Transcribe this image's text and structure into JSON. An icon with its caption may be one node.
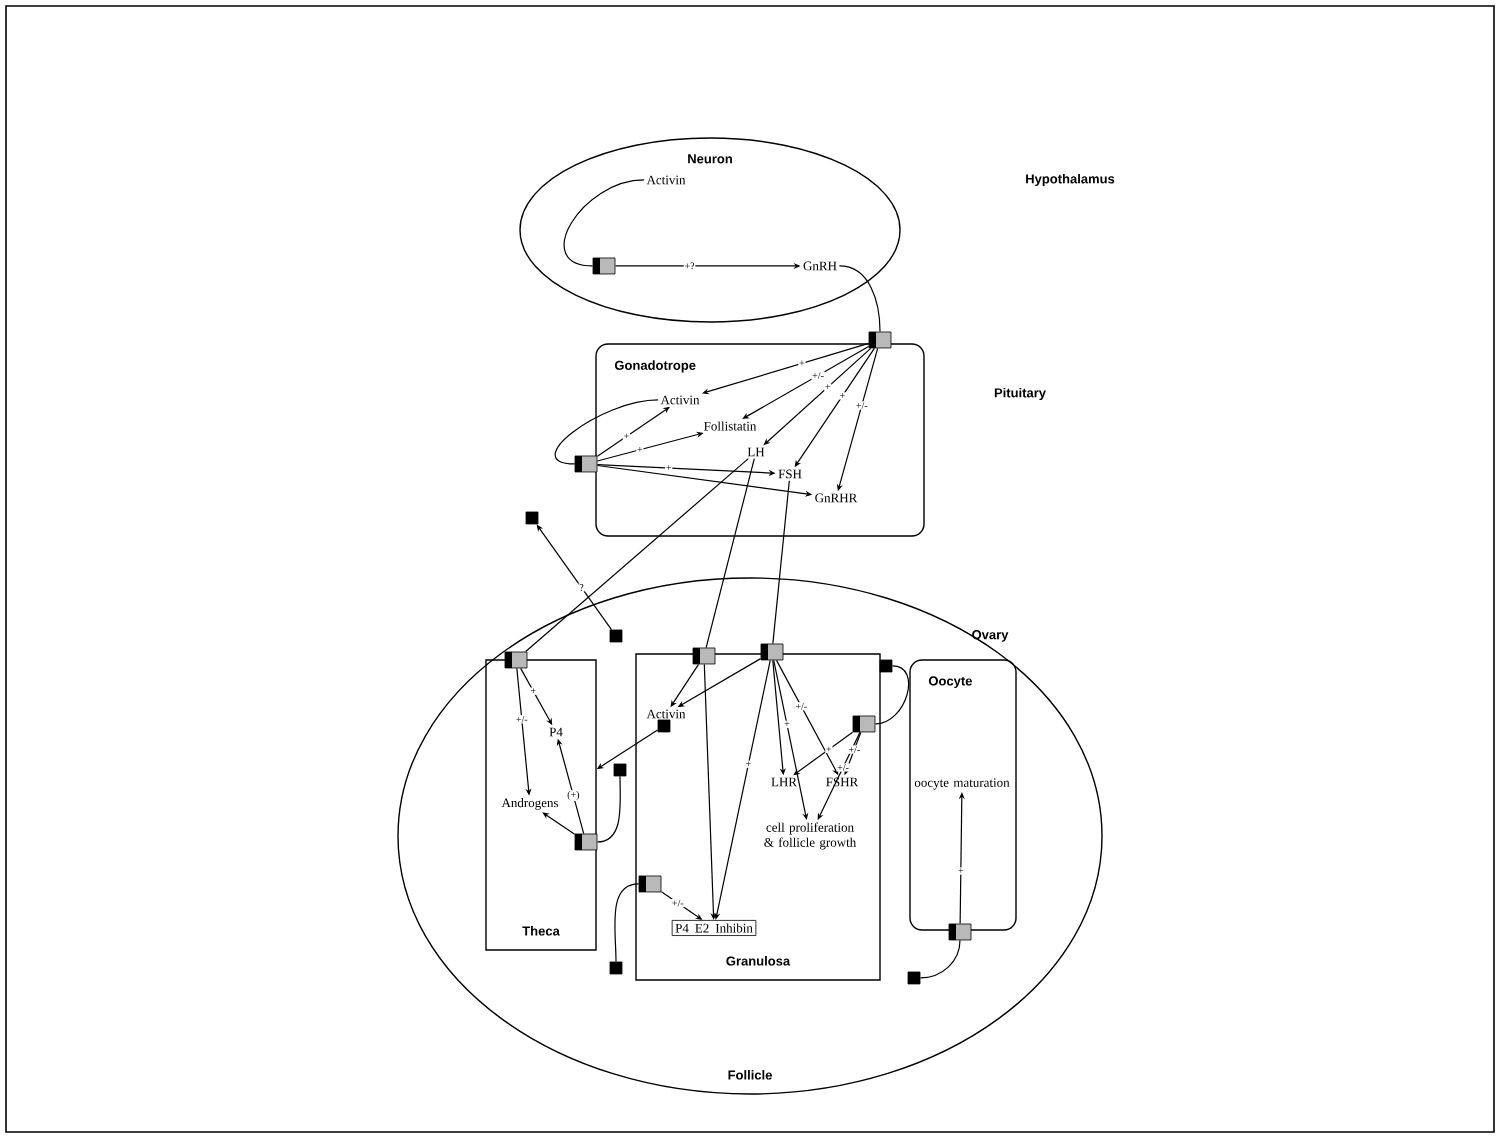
{
  "diagram": {
    "nodes": [
      {
        "text": [
          "Neuron"
        ]
      },
      {
        "text": [
          "Gonadotrope"
        ]
      },
      {
        "text": [
          "Follicle"
        ]
      },
      {
        "text": [
          "Theca"
        ],
        "in": 2
      },
      {
        "text": [
          "Granulosa"
        ],
        "in": 2
      },
      {
        "text": [
          "Oocyte"
        ],
        "in": 2
      },
      {
        "text": [
          "Activin"
        ],
        "in": 0
      },
      {
        "text": [
          "GnRH"
        ],
        "in": 0
      },
      {
        "text": [
          "Activin"
        ],
        "in": 1
      },
      {
        "text": [
          "Follistatin"
        ],
        "in": 1
      },
      {
        "text": [
          "LH"
        ],
        "in": 1
      },
      {
        "text": [
          "FSH"
        ],
        "in": 1
      },
      {
        "text": [
          "GnRHR"
        ],
        "in": 1
      },
      {
        "text": [
          "P4"
        ],
        "in": 3
      },
      {
        "text": [
          "Androgens"
        ],
        "in": 3
      },
      {
        "text": [
          "Activin"
        ],
        "in": 4
      },
      {
        "text": [
          "LHR"
        ],
        "in": 4
      },
      {
        "text": [
          "FSHR"
        ],
        "in": 4
      },
      {
        "text": [
          "cell proliferation & follicle growth"
        ],
        "in": 4
      },
      {
        "text": [
          "P4",
          "E2",
          "Inhibin"
        ],
        "in": 4
      },
      {
        "text": [
          "oocyte maturation"
        ],
        "in": 5
      },
      {
        "text": [],
        "shape": "receptor",
        "in": 0
      },
      {
        "text": [],
        "shape": "receptor"
      },
      {
        "text": [],
        "shape": "receptor"
      },
      {
        "text": [],
        "shape": "box"
      },
      {
        "text": [],
        "shape": "receptor",
        "in": 2
      },
      {
        "text": [],
        "shape": "receptor",
        "in": 2
      },
      {
        "text": [],
        "shape": "receptor",
        "in": 2
      },
      {
        "text": [],
        "shape": "box",
        "in": 2
      },
      {
        "text": [],
        "shape": "box",
        "in": 4
      },
      {
        "text": [],
        "shape": "box",
        "in": 2
      },
      {
        "text": [],
        "shape": "receptor",
        "in": 3
      },
      {
        "text": [],
        "shape": "receptor",
        "in": 4
      },
      {
        "text": [],
        "shape": "box",
        "in": 2
      },
      {
        "text": [],
        "shape": "receptor",
        "in": 4
      },
      {
        "text": [],
        "shape": "box",
        "in": 2
      },
      {
        "text": [],
        "shape": "receptor",
        "in": 5
      },
      {
        "text": [],
        "shape": "box",
        "in": 2
      }
    ],
    "edges": [
      {
        "from": 6,
        "to": 21,
        "arrow": "none"
      },
      {
        "from": 21,
        "to": 7,
        "arrow": "to",
        "label": "+?"
      },
      {
        "from": 7,
        "to": 22,
        "arrow": "none"
      },
      {
        "from": 22,
        "to": 8,
        "arrow": "to",
        "label": "+"
      },
      {
        "from": 22,
        "to": 9,
        "arrow": "to",
        "label": "+/-"
      },
      {
        "from": 22,
        "to": 10,
        "arrow": "to",
        "label": "+"
      },
      {
        "from": 22,
        "to": 11,
        "arrow": "to",
        "label": "+"
      },
      {
        "from": 22,
        "to": 12,
        "arrow": "to",
        "label": "+/-"
      },
      {
        "from": 23,
        "to": 8,
        "arrow": "to",
        "label": "+"
      },
      {
        "from": 23,
        "to": 9,
        "arrow": "to",
        "label": "+"
      },
      {
        "from": 23,
        "to": 11,
        "arrow": "to",
        "label": "+"
      },
      {
        "from": 23,
        "to": 12,
        "arrow": "to"
      },
      {
        "from": 8,
        "to": 23,
        "arrow": "none"
      },
      {
        "from": 28,
        "to": 24,
        "arrow": "to",
        "label": "?"
      },
      {
        "from": 10,
        "to": 25,
        "arrow": "none"
      },
      {
        "from": 10,
        "to": 26,
        "arrow": "none"
      },
      {
        "from": 11,
        "to": 27,
        "arrow": "none"
      },
      {
        "from": 25,
        "to": 13,
        "arrow": "to",
        "label": "+"
      },
      {
        "from": 25,
        "to": 14,
        "arrow": "to",
        "label": "+/-"
      },
      {
        "from": 31,
        "to": 13,
        "arrow": "to",
        "label": "(+)"
      },
      {
        "from": 31,
        "to": 14,
        "arrow": "to"
      },
      {
        "from": 30,
        "to": 31,
        "arrow": "none"
      },
      {
        "from": 29,
        "to": 3,
        "arrow": "to"
      },
      {
        "from": 26,
        "to": 15,
        "arrow": "to"
      },
      {
        "from": 27,
        "to": 15,
        "arrow": "to"
      },
      {
        "from": 26,
        "to": 19,
        "arrow": "to"
      },
      {
        "from": 27,
        "to": 19,
        "arrow": "to",
        "label": "+"
      },
      {
        "from": 27,
        "to": 18,
        "arrow": "to",
        "label": "+"
      },
      {
        "from": 27,
        "to": 16,
        "arrow": "to"
      },
      {
        "from": 27,
        "to": 17,
        "arrow": "to",
        "label": "+/-"
      },
      {
        "from": 34,
        "to": 16,
        "arrow": "to",
        "label": "+"
      },
      {
        "from": 34,
        "to": 17,
        "arrow": "to",
        "label": "+/-"
      },
      {
        "from": 34,
        "to": 18,
        "arrow": "to",
        "label": "+/-"
      },
      {
        "from": 35,
        "to": 34,
        "arrow": "none"
      },
      {
        "from": 32,
        "to": 19,
        "arrow": "to",
        "label": "+/-"
      },
      {
        "from": 33,
        "to": 32,
        "arrow": "none"
      },
      {
        "from": 37,
        "to": 36,
        "arrow": "none"
      },
      {
        "from": 36,
        "to": 20,
        "arrow": "to",
        "label": "+"
      }
    ],
    "labels": [
      "Hypothalamus",
      "Pituitary",
      "Ovary"
    ]
  }
}
